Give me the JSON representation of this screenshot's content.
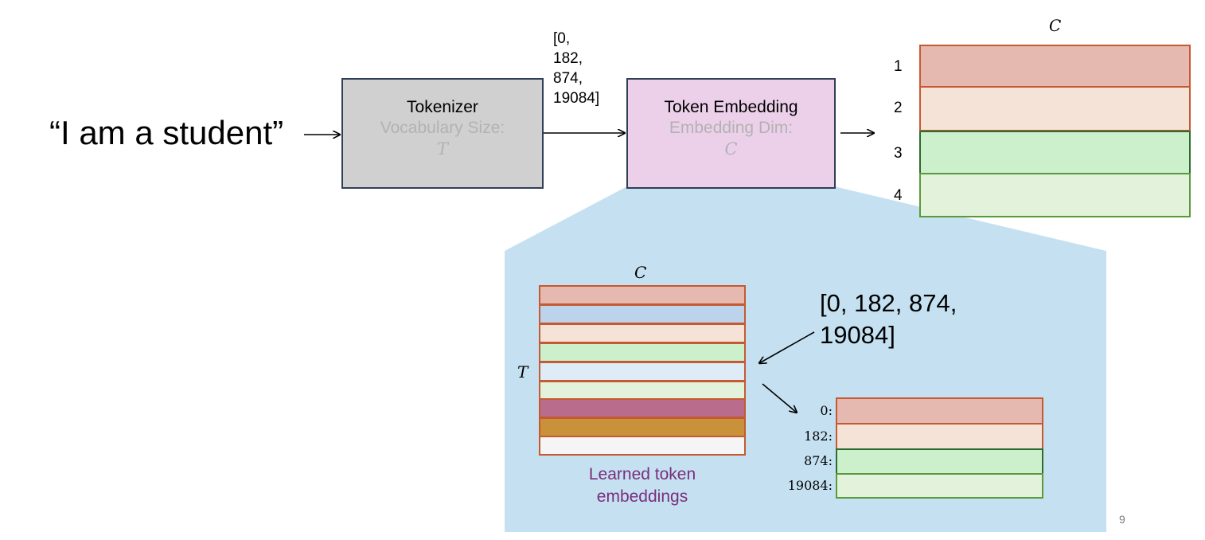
{
  "input_text": "“I am a student”",
  "tokenizer": {
    "title": "Tokenizer",
    "subtitle": "Vocabulary Size:",
    "var": "T"
  },
  "token_ids_stacked": [
    "[0,",
    "182,",
    "874,",
    "19084]"
  ],
  "embedding": {
    "title": "Token Embedding",
    "subtitle": "Embedding Dim:",
    "var": "C"
  },
  "output_matrix": {
    "col_label": "C",
    "row_labels": [
      "1",
      "2",
      "3",
      "4"
    ]
  },
  "table": {
    "col_label": "C",
    "row_label": "T",
    "caption_line1": "Learned token",
    "caption_line2": "embeddings"
  },
  "lookup": {
    "ids_line1": "[0, 182, 874,",
    "ids_line2": "19084]",
    "index_labels": [
      "0:",
      "182:",
      "874:",
      "19084:"
    ]
  },
  "page_number": "9",
  "colors": {
    "tokenizer_fill": "#d0d0d0",
    "embedding_fill": "#ecd0ea",
    "zoom_fill": "#c5e1f1",
    "row_salmon": "#e5b8b0",
    "row_peach": "#f6e3d7",
    "row_green": "#ccefcc",
    "row_lightgreen": "#e3f2da",
    "row_blue": "#bcd3ec",
    "row_lightblue": "#ddecf6",
    "row_mauve": "#b96c8b",
    "row_orange": "#c9913a",
    "row_white": "#f5f5f5",
    "caption": "#7a2e7a"
  }
}
